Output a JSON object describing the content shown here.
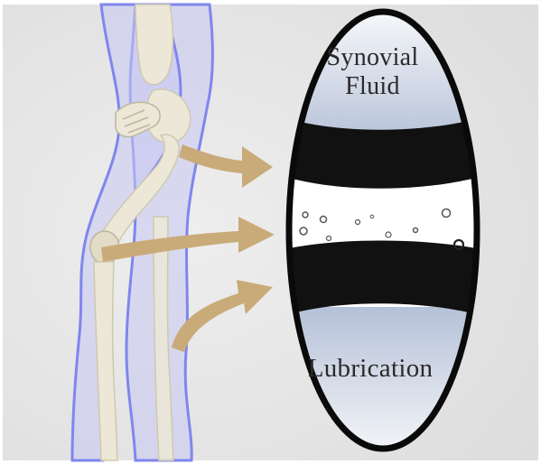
{
  "diagram": {
    "callout": {
      "top_label_line1": "Synovial",
      "top_label_line2": "Fluid",
      "bottom_label": "Lubrication"
    },
    "colors": {
      "background": "#e6e6e6",
      "body_outline": "#8a8ff0",
      "body_fill": "#c9cbf5",
      "bone": "#ece7d6",
      "arrow": "#c8ab7c",
      "cartilage": "#121212",
      "fluid_gradient": "#a9b8d3",
      "callout_border": "#0a0a0a"
    },
    "icons": [
      "leg-skeleton-illustration",
      "arrow-icon",
      "particle-bubble"
    ]
  }
}
